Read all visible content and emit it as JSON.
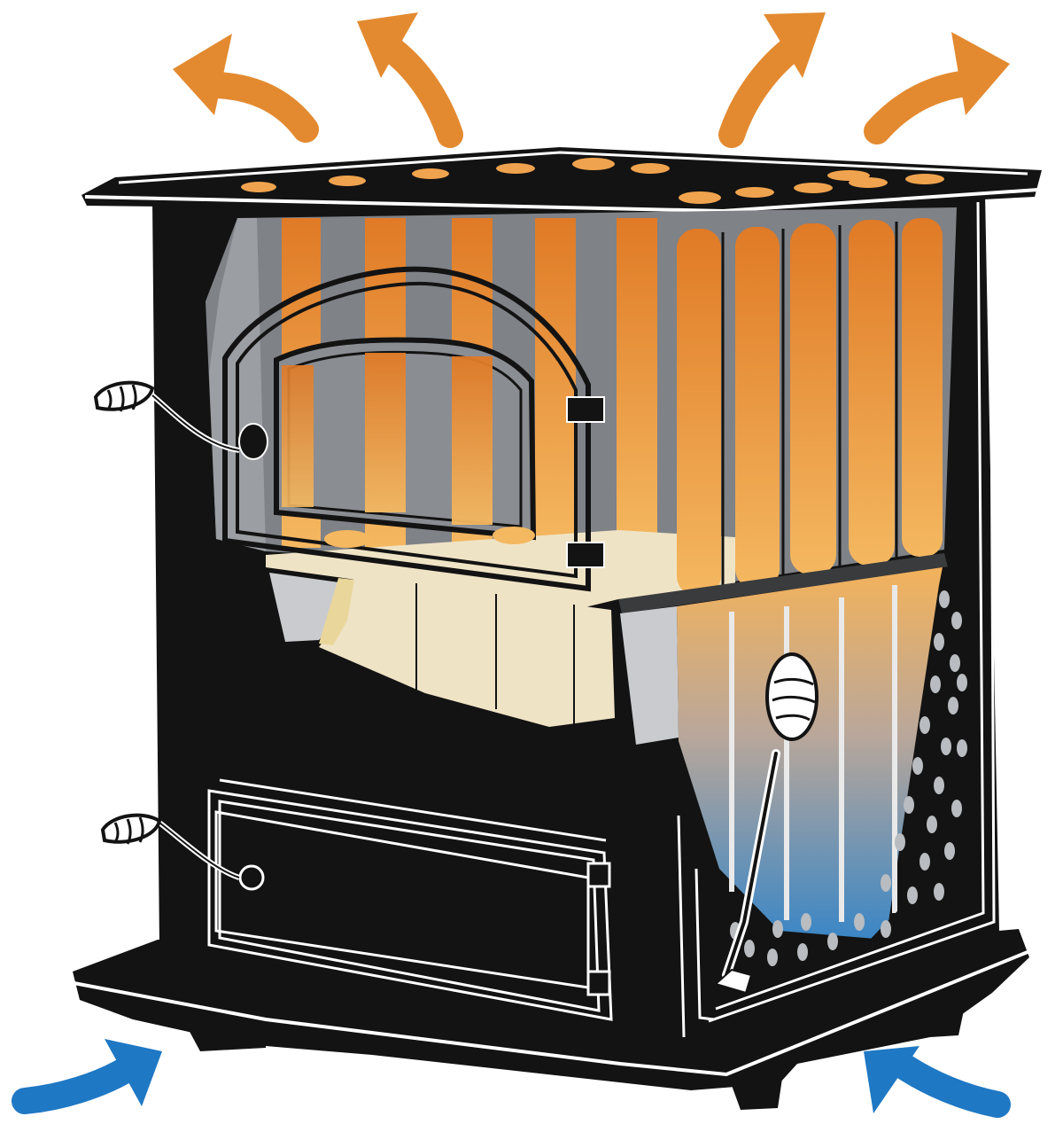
{
  "diagram": {
    "subject": "stove-heat-circulation-cutaway",
    "colors": {
      "hot_air": "#e2892e",
      "cool_air": "#1f78c4",
      "stove_body": "#131313",
      "outline": "#ffffff",
      "fire_top": "#e07a26",
      "fire_bottom": "#f4b860",
      "shaft_gray": "#8a8c90",
      "firebrick": "#efe3c5",
      "ash_cool": "#3f86c4",
      "pellet": "#b9bcc0"
    },
    "icons": {
      "handle_top": "spring-coil-handle-icon",
      "handle_bottom": "spring-coil-handle-icon",
      "arrows_out": "heat-out-arrow-icon",
      "arrows_in": "cool-air-in-arrow-icon"
    },
    "counts": {
      "hot_air_arrows": 4,
      "cool_air_arrows": 2,
      "vent_holes": 12
    }
  }
}
